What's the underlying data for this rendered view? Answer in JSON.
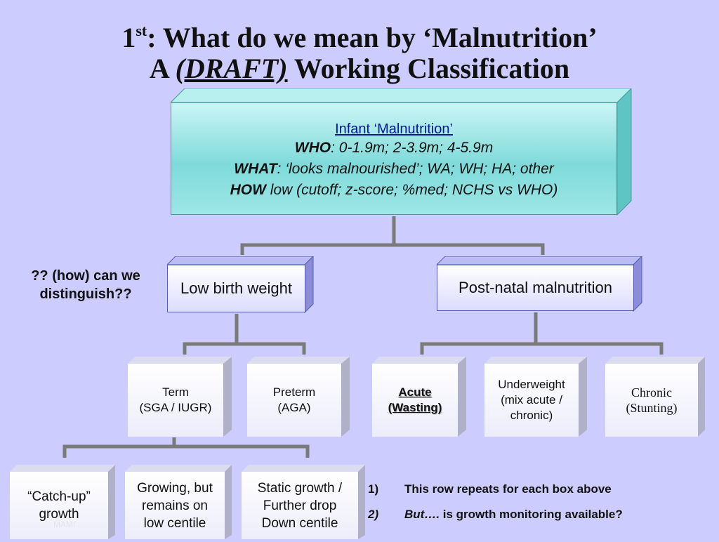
{
  "title": {
    "line1_num": "1",
    "line1_sup": "st",
    "line1_rest": ": What do we mean by ‘Malnutrition’",
    "line2_pre": "A ",
    "line2_draft": "(DRAFT)",
    "line2_post": " Working Classification"
  },
  "main_box": {
    "heading": "Infant ‘Malnutrition’",
    "who_label": "WHO",
    "who_text": ": 0-1.9m;  2-3.9m;  4-5.9m",
    "what_label": "WHAT",
    "what_text": ":  ‘looks malnourished’; WA;  WH;  HA;  other",
    "how_label": "HOW",
    "how_text": " low (cutoff; z-score; %med; NCHS vs WHO)"
  },
  "question": "?? (how) can we distinguish??",
  "level2": {
    "low_birth_weight": "Low birth weight",
    "post_natal": "Post-natal malnutrition"
  },
  "level3": {
    "term_line1": "Term",
    "term_line2": "(SGA / IUGR)",
    "preterm_line1": "Preterm",
    "preterm_line2": "(AGA)",
    "acute_line1": "Acute",
    "acute_line2": "(Wasting)",
    "underweight_line1": "Underweight",
    "underweight_line2": "(mix acute /",
    "underweight_line3": "chronic)",
    "chronic_line1": "Chronic",
    "chronic_line2": "(Stunting)"
  },
  "level4": {
    "catchup_line1": "“Catch-up”",
    "catchup_line2": "growth",
    "growing_line1": "Growing, but",
    "growing_line2": "remains on",
    "growing_line3": "low centile",
    "static_line1": "Static growth /",
    "static_line2": "Further drop",
    "static_line3": "Down centile"
  },
  "notes": [
    {
      "num": "1)",
      "lead": "",
      "text": "This row repeats for each box above"
    },
    {
      "num": "2)",
      "lead": "But….",
      "text": " is growth monitoring available?"
    }
  ],
  "watermark": "MAMI",
  "colors": {
    "background": "#ccccff",
    "connector": "#7a7a7a",
    "catch_up": "#19c219",
    "growing": "#e5661a",
    "static": "#e00000",
    "heading": "#001a8c"
  }
}
